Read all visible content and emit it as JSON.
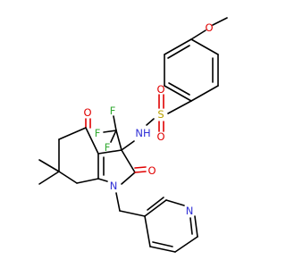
{
  "molecule": {
    "atoms": {
      "o_methoxy": {
        "label": "O",
        "color": "#e00000"
      },
      "s_sulfonyl": {
        "label": "S",
        "color": "#b9a000"
      },
      "o_sulfonyl_top": {
        "label": "O",
        "color": "#e00000"
      },
      "o_sulfonyl_bottom": {
        "label": "O",
        "color": "#e00000"
      },
      "n_sulfonamide": {
        "label": "NH",
        "color": "#2f2fd6"
      },
      "f_top": {
        "label": "F",
        "color": "#33aa33"
      },
      "f_left": {
        "label": "F",
        "color": "#33aa33"
      },
      "f_bottom": {
        "label": "F",
        "color": "#33aa33"
      },
      "o_ketone": {
        "label": "O",
        "color": "#e00000"
      },
      "o_lactam": {
        "label": "O",
        "color": "#e00000"
      },
      "n_indole": {
        "label": "N",
        "color": "#2f2fd6"
      },
      "n_pyridine": {
        "label": "N",
        "color": "#2f2fd6"
      }
    }
  }
}
